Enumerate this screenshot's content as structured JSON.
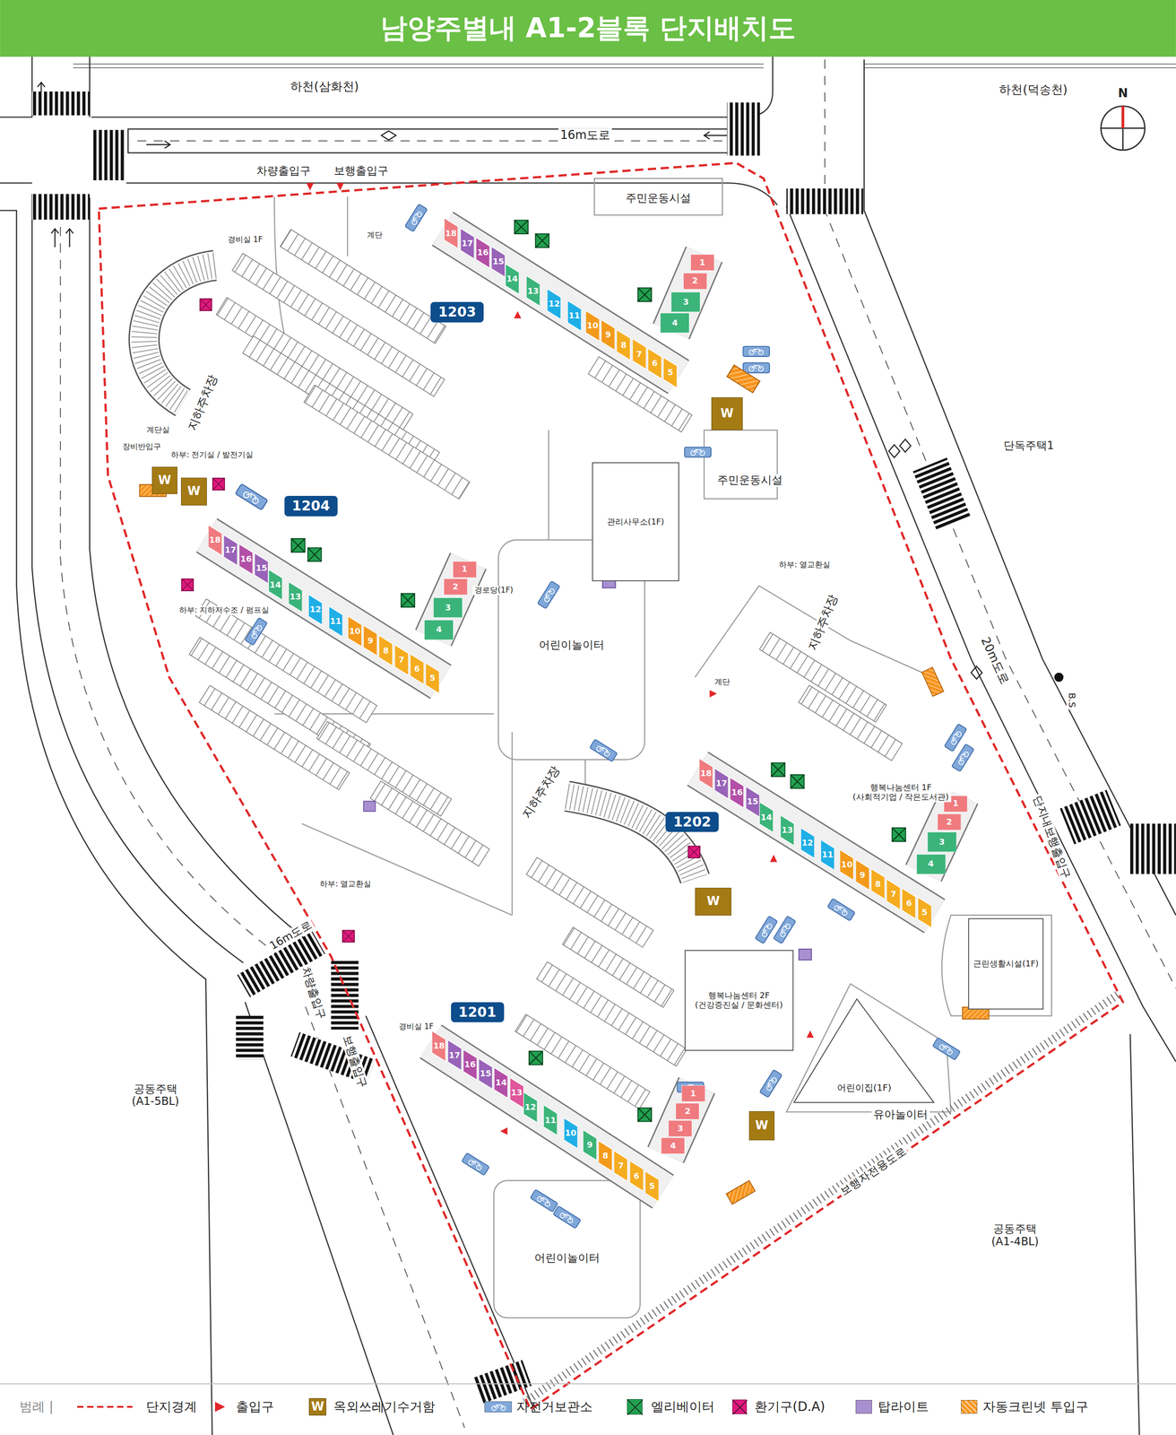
{
  "diagram": {
    "title": "남양주별내 A1-2블록 단지배치도",
    "nodes": [
      {
        "text": [
          "1203"
        ]
      },
      {
        "text": [
          "18"
        ]
      },
      {
        "text": [
          "17"
        ]
      },
      {
        "text": [
          "16"
        ]
      },
      {
        "text": [
          "15"
        ]
      },
      {
        "text": [
          "14"
        ]
      },
      {
        "text": [
          "13"
        ]
      },
      {
        "text": [
          "12"
        ]
      },
      {
        "text": [
          "11"
        ]
      },
      {
        "text": [
          "10"
        ]
      },
      {
        "text": [
          "9"
        ]
      },
      {
        "text": [
          "8"
        ]
      },
      {
        "text": [
          "7"
        ]
      },
      {
        "text": [
          "6"
        ]
      },
      {
        "text": [
          "5"
        ]
      },
      {
        "text": [
          "1"
        ]
      },
      {
        "text": [
          "2"
        ]
      },
      {
        "text": [
          "3"
        ]
      },
      {
        "text": [
          "4"
        ]
      },
      {
        "text": [
          "W"
        ]
      },
      {
        "text": [
          "1204"
        ]
      },
      {
        "text": [
          "18"
        ]
      },
      {
        "text": [
          "17"
        ]
      },
      {
        "text": [
          "16"
        ]
      },
      {
        "text": [
          "15"
        ]
      },
      {
        "text": [
          "14"
        ]
      },
      {
        "text": [
          "13"
        ]
      },
      {
        "text": [
          "12"
        ]
      },
      {
        "text": [
          "11"
        ]
      },
      {
        "text": [
          "10"
        ]
      },
      {
        "text": [
          "9"
        ]
      },
      {
        "text": [
          "8"
        ]
      },
      {
        "text": [
          "7"
        ]
      },
      {
        "text": [
          "6"
        ]
      },
      {
        "text": [
          "5"
        ]
      },
      {
        "text": [
          "1"
        ]
      },
      {
        "text": [
          "2"
        ]
      },
      {
        "text": [
          "3"
        ]
      },
      {
        "text": [
          "4"
        ]
      },
      {
        "text": [
          "W"
        ]
      },
      {
        "text": [
          "W"
        ]
      },
      {
        "text": [
          "관리사무소(1F)"
        ]
      },
      {
        "text": [
          "1202"
        ]
      },
      {
        "text": [
          "18"
        ]
      },
      {
        "text": [
          "17"
        ]
      },
      {
        "text": [
          "16"
        ]
      },
      {
        "text": [
          "15"
        ]
      },
      {
        "text": [
          "14"
        ]
      },
      {
        "text": [
          "13"
        ]
      },
      {
        "text": [
          "12"
        ]
      },
      {
        "text": [
          "11"
        ]
      },
      {
        "text": [
          "10"
        ]
      },
      {
        "text": [
          "9"
        ]
      },
      {
        "text": [
          "8"
        ]
      },
      {
        "text": [
          "7"
        ]
      },
      {
        "text": [
          "6"
        ]
      },
      {
        "text": [
          "5"
        ]
      },
      {
        "text": [
          "1"
        ]
      },
      {
        "text": [
          "2"
        ]
      },
      {
        "text": [
          "3"
        ]
      },
      {
        "text": [
          "4"
        ]
      },
      {
        "text": [
          "W"
        ]
      },
      {
        "text": [
          "근린생활시설(1F)"
        ]
      },
      {
        "text": [
          "행복나눔센터 2F (건강증진실 / 문화센터)"
        ]
      },
      {
        "text": [
          "1201"
        ]
      },
      {
        "text": [
          "18"
        ]
      },
      {
        "text": [
          "17"
        ]
      },
      {
        "text": [
          "16"
        ]
      },
      {
        "text": [
          "15"
        ]
      },
      {
        "text": [
          "14"
        ]
      },
      {
        "text": [
          "13"
        ]
      },
      {
        "text": [
          "12"
        ]
      },
      {
        "text": [
          "11"
        ]
      },
      {
        "text": [
          "10"
        ]
      },
      {
        "text": [
          "9"
        ]
      },
      {
        "text": [
          "8"
        ]
      },
      {
        "text": [
          "7"
        ]
      },
      {
        "text": [
          "6"
        ]
      },
      {
        "text": [
          "5"
        ]
      },
      {
        "text": [
          "1"
        ]
      },
      {
        "text": [
          "2"
        ]
      },
      {
        "text": [
          "3"
        ]
      },
      {
        "text": [
          "4"
        ]
      },
      {
        "text": [
          "어린이집(1F)"
        ]
      },
      {
        "text": [
          "W"
        ]
      }
    ],
    "labels": [
      "하천(삼화천)",
      "하천(덕송천)",
      "16m도로",
      "차량출입구",
      "보행출입구",
      "N",
      "주민운동시설",
      "경비실 1F",
      "계단",
      "계단실",
      "장비반입구",
      "지하주차장",
      "하부: 전기실 / 발전기실",
      "주민운동시설",
      "하부: 지하저수조 / 펌프실",
      "경로당(1F)",
      "어린이놀이터",
      "하부: 열교환실",
      "지하주차장",
      "단독주택1",
      "20m도로",
      "B.S",
      "계단",
      "행복나눔센터 1F (사회적기업 / 작은도서관)",
      "지하주차장",
      "단지내보행출입구",
      "하부: 열교환실",
      "16m도로",
      "차량출입구",
      "보행출입구",
      "공동주택 (A1-5BL)",
      "경비실 1F",
      "유아놀이터",
      "보행자전용도로",
      "어린이놀이터",
      "공동주택 (A1-4BL)",
      "범례 |",
      "W"
    ],
    "legend": [
      {
        "text": "단지경계"
      },
      {
        "text": "출입구"
      },
      {
        "text": "옥외쓰레기수거함",
        "color": "#a47a14"
      },
      {
        "text": "자전거보관소",
        "color": "#7fa7d9"
      },
      {
        "text": "엘리베이터",
        "color": "#22a050"
      },
      {
        "text": "환기구(D.A)",
        "color": "#e0197d"
      },
      {
        "text": "탑라이트",
        "color": "#a890d0"
      },
      {
        "text": "자동크린넷 투입구",
        "color": "#f7941d"
      }
    ]
  }
}
